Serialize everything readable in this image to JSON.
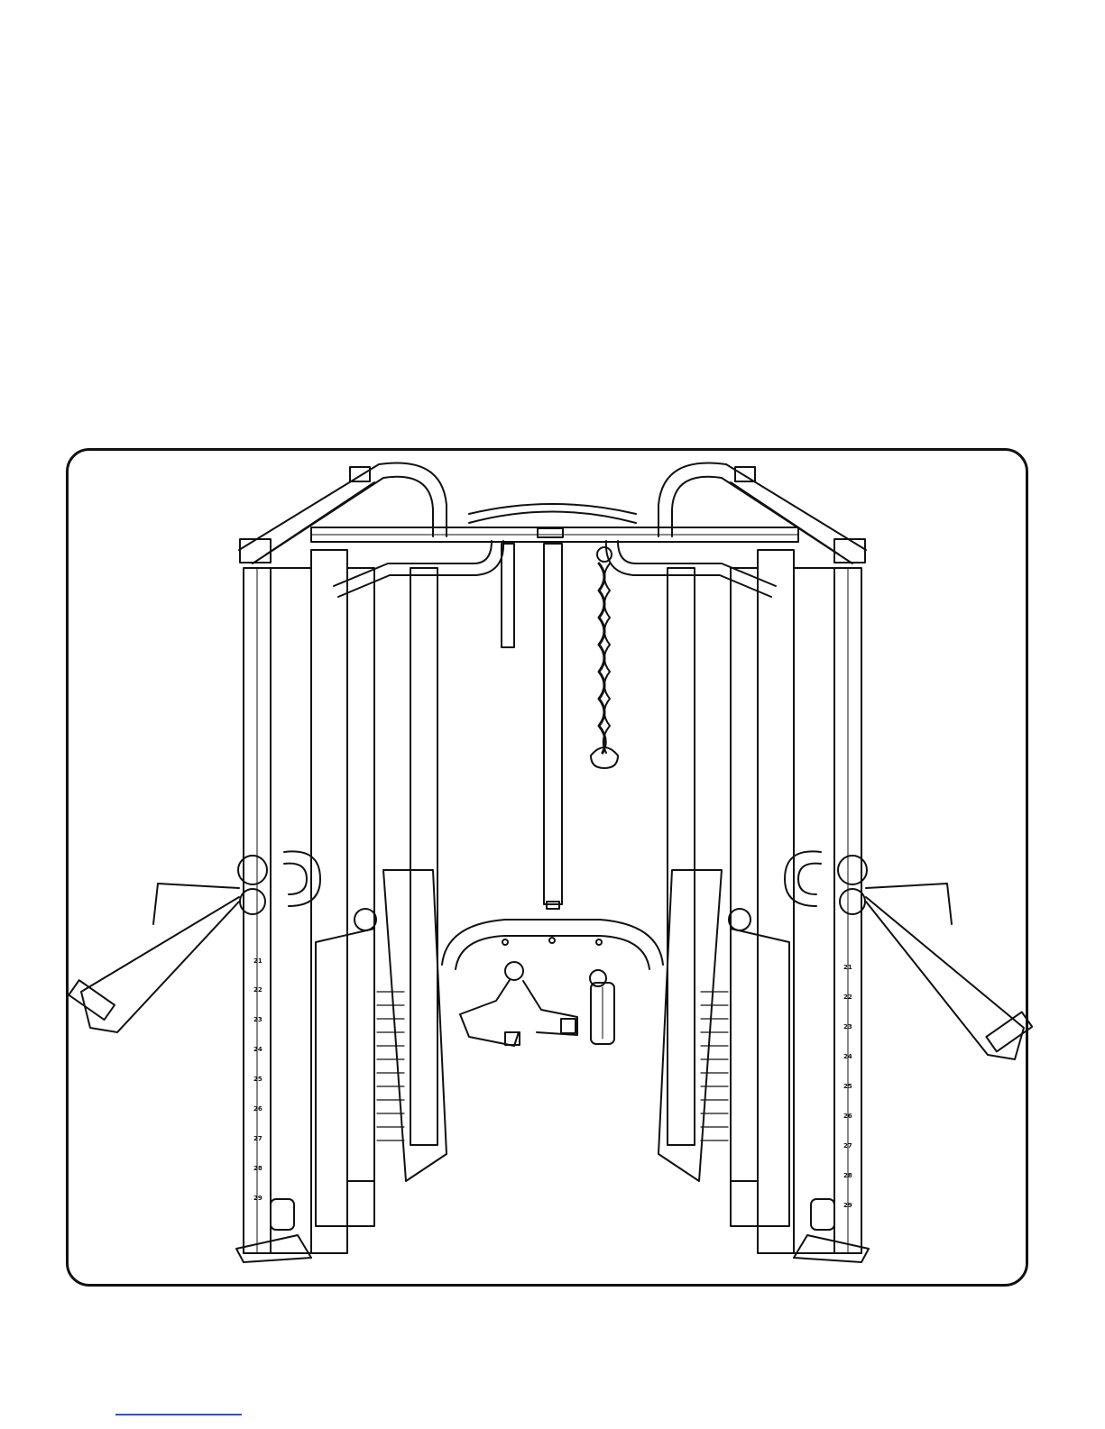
{
  "page": {
    "background": "#ffffff",
    "frame_color": "#111111",
    "link_underline_color": "#3b4ed8"
  },
  "figure": {
    "left_column_scale": [
      "21",
      "22",
      "23",
      "24",
      "25",
      "26",
      "27",
      "28",
      "29"
    ],
    "right_column_scale": [
      "21",
      "22",
      "23",
      "24",
      "25",
      "26",
      "27",
      "28",
      "29"
    ]
  }
}
